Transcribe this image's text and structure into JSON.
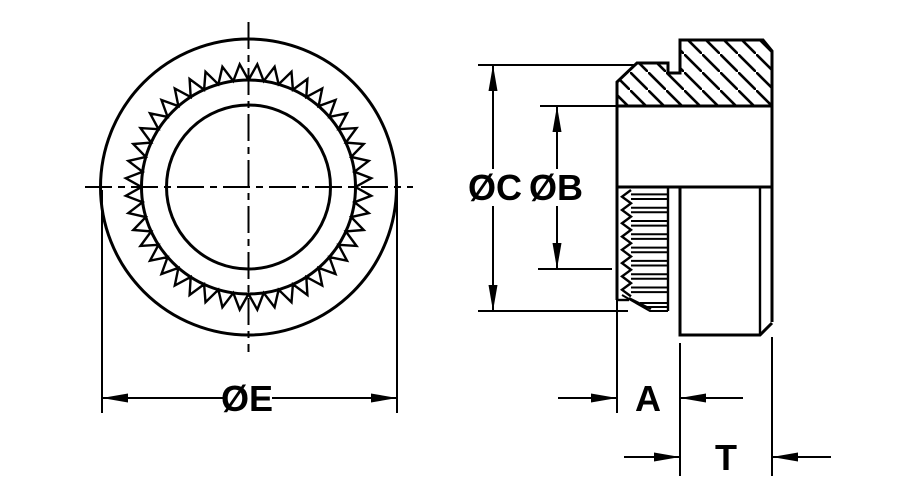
{
  "canvas": {
    "background_color": "#ffffff",
    "line_color": "#000000"
  },
  "dimension_labels": {
    "outer_diameter": "ØE",
    "serration_diameter": "ØC",
    "bore_diameter": "ØB",
    "shank_length": "A",
    "body_thickness": "T"
  }
}
